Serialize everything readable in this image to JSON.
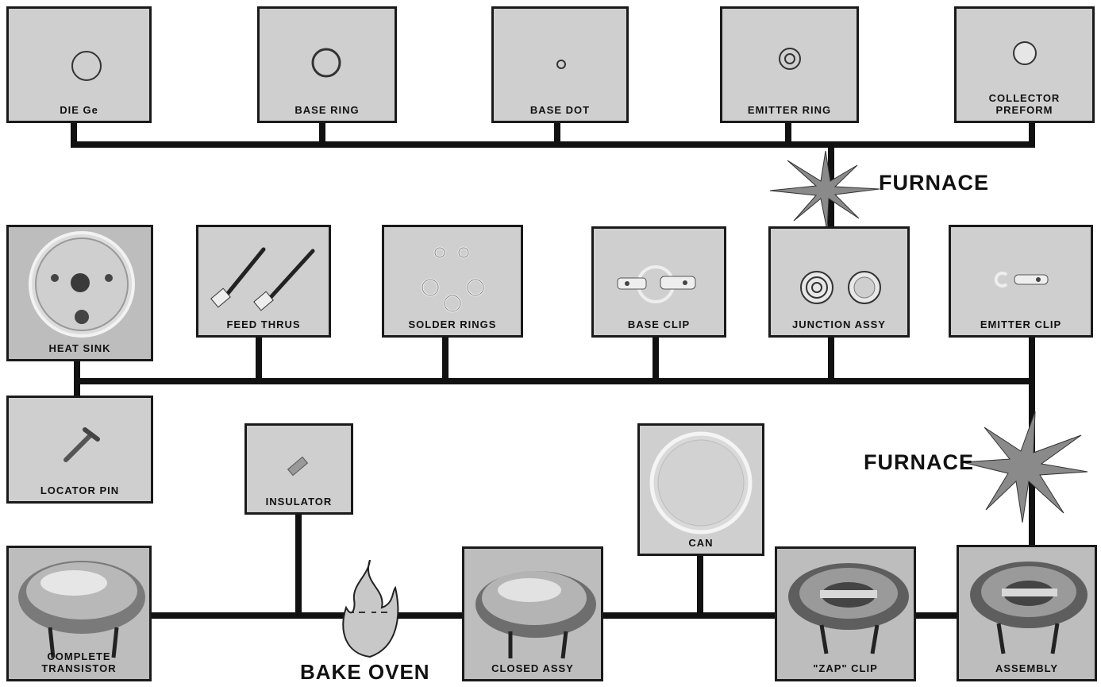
{
  "top_row": [
    {
      "id": "die",
      "label": "DIE Ge"
    },
    {
      "id": "base-ring",
      "label": "BASE RING"
    },
    {
      "id": "base-dot",
      "label": "BASE DOT"
    },
    {
      "id": "emitter-ring",
      "label": "EMITTER RING"
    },
    {
      "id": "collector-preform",
      "label": "COLLECTOR\nPREFORM"
    }
  ],
  "middle_row": [
    {
      "id": "heat-sink",
      "label": "HEAT   SINK"
    },
    {
      "id": "feed-thrus",
      "label": "FEED  THRUS"
    },
    {
      "id": "solder-rings",
      "label": "SOLDER RINGS"
    },
    {
      "id": "base-clip",
      "label": "BASE  CLIP"
    },
    {
      "id": "junction-assy",
      "label": "JUNCTION ASSY"
    },
    {
      "id": "emitter-clip",
      "label": "EMITTER CLIP"
    }
  ],
  "lower_parts": [
    {
      "id": "locator-pin",
      "label": "LOCATOR  PIN"
    },
    {
      "id": "insulator",
      "label": "INSULATOR"
    },
    {
      "id": "can",
      "label": "CAN"
    }
  ],
  "bottom_row": [
    {
      "id": "complete-transistor",
      "label": "COMPLETE\nTRANSISTOR"
    },
    {
      "id": "closed-assy",
      "label": "CLOSED  ASSY"
    },
    {
      "id": "zap-clip",
      "label": "\"ZAP\"  CLIP"
    },
    {
      "id": "assembly",
      "label": "ASSEMBLY"
    }
  ],
  "process_steps": {
    "furnace_1": "FURNACE",
    "furnace_2": "FURNACE",
    "bake_oven": "BAKE OVEN"
  },
  "colors": {
    "line": "#111111",
    "box_fill": "#cfcfcf",
    "star_fill": "#8a8a8a"
  }
}
